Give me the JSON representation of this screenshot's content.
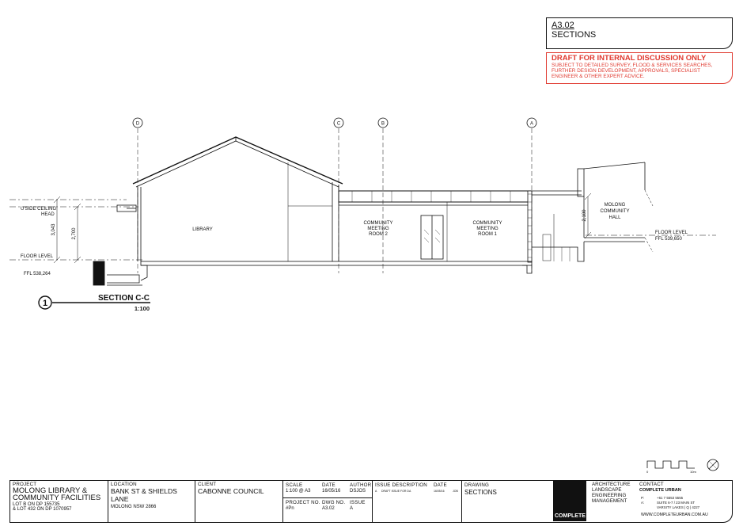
{
  "header": {
    "sheet_number": "A3.02",
    "sheet_name": "SECTIONS",
    "draft_title": "DRAFT FOR INTERNAL DISCUSSION ONLY",
    "draft_notes": [
      "SUBJECT TO DETAILED SURVEY, FLOOD & SERVICES SEARCHES,",
      "FURTHER DESIGN DEVELOPMENT, APPROVALS, SPECIALIST",
      "ENGINEER & OTHER EXPERT ADVICE."
    ]
  },
  "grid_labels": [
    "D",
    "C",
    "B",
    "A"
  ],
  "section": {
    "level_labels": {
      "ceiling_l1": "U'SIDE CEILING",
      "ceiling_l2": "HEAD",
      "floor_l1": "FLOOR LEVEL",
      "floor_l2": "FFL 538,264",
      "right_floor_l1": "FLOOR LEVEL",
      "right_floor_l2": "FFL 539,650"
    },
    "dimensions": {
      "overall": "3,043",
      "ceiling": "2,700",
      "right": "2,100"
    },
    "rooms": {
      "library": "LIBRARY",
      "room2": [
        "COMMUNITY",
        "MEETING",
        "ROOM 2"
      ],
      "room1": [
        "COMMUNITY",
        "MEETING",
        "ROOM 1"
      ],
      "hall": [
        "MOLONG",
        "COMMUNITY",
        "HALL"
      ]
    },
    "marker_number": "1",
    "title": "SECTION C-C",
    "scale": "1:100"
  },
  "scale_bar": {
    "start": "0",
    "end": "10m"
  },
  "title_block": {
    "project_label": "PROJECT",
    "project_name": [
      "MOLONG LIBRARY &",
      "COMMUNITY FACILITIES"
    ],
    "project_lots": [
      "LOT B ON DP 155735",
      "& LOT 432 ON DP 1070957"
    ],
    "location_label": "LOCATION",
    "location_street": "BANK ST & SHIELDS LANE",
    "location_town": "MOLONG NSW 2866",
    "client_label": "CLIENT",
    "client_name": "CABONNE COUNCIL",
    "scale_label": "SCALE",
    "scale_value": "1:100 @ A3",
    "date_label": "DATE",
    "date_value": "16/05/16",
    "author_label": "AUTHOR",
    "author_value": "DSJOS",
    "project_no_label": "PROJECT NO.",
    "project_no_value": "#Pn",
    "dwg_no_label": "DWG NO.",
    "dwg_no_value": "A3.02",
    "issue_label": "ISSUE",
    "issue_value": "A",
    "issue_desc_label": "ISSUE  DESCRIPTION",
    "issue_date_label": "DATE",
    "issue_row": {
      "issue": "A",
      "description": "DRAFT ISSUE FOR DA",
      "date": "16/05/16",
      "initials": "JOB"
    },
    "drawing_label": "DRAWING",
    "drawing_value": "SECTIONS",
    "logo_text": "COMPLETE",
    "disciplines": [
      "ARCHITECTURE",
      "LANDSCAPE",
      "ENGINEERING",
      "MANAGEMENT"
    ],
    "contact_label": "CONTACT",
    "company": "COMPLETE URBAN",
    "phone_prefix": "P:",
    "phone": "+61 7 5553 5555",
    "address_prefix": "A:",
    "address": [
      "SUITE 6-7 / 23 MAIN ST",
      "VARSITY LAKES | Q | 4227"
    ],
    "website": "WWW.COMPLETEURBAN.COM.AU"
  }
}
